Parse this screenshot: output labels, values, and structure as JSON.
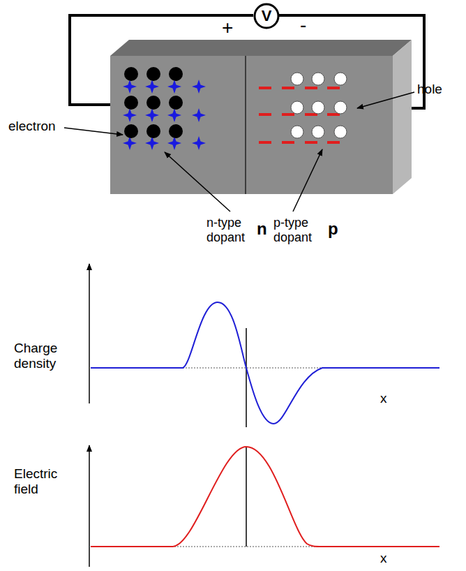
{
  "diagram": {
    "nodes": [
      {
        "text": [
          "V"
        ]
      }
    ],
    "labels": [
      "+",
      "-",
      "electron",
      "hole",
      "n-type dopant",
      "n",
      "p-type dopant",
      "p",
      "Charge density",
      "x",
      "Electric field",
      "x"
    ]
  }
}
